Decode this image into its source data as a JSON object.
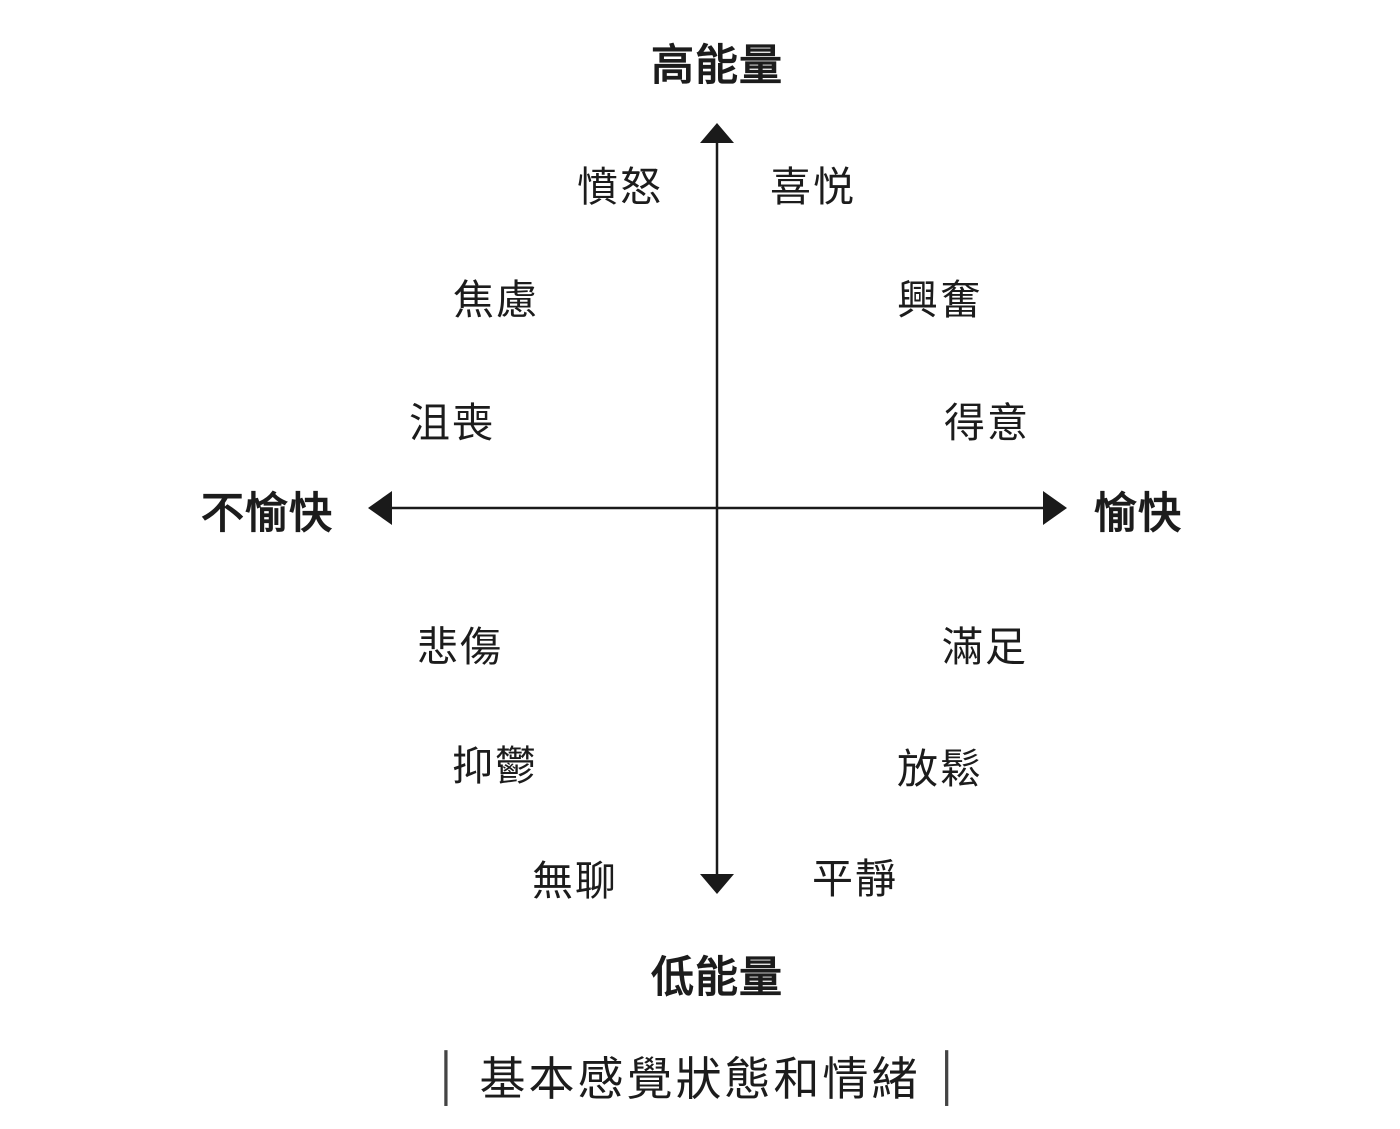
{
  "diagram": {
    "type": "quadrant-axes",
    "line_color": "#1a1a1a",
    "text_color": "#1c1c1c",
    "background_color": "#ffffff"
  },
  "axes": {
    "top_label": "高能量",
    "bottom_label": "低能量",
    "left_label": "不愉快",
    "right_label": "愉快"
  },
  "quadrants": {
    "top_left": [
      "憤怒",
      "焦慮",
      "沮喪"
    ],
    "top_right": [
      "喜悦",
      "興奮",
      "得意"
    ],
    "bottom_left": [
      "悲傷",
      "抑鬱",
      "無聊"
    ],
    "bottom_right": [
      "滿足",
      "放鬆",
      "平靜"
    ]
  },
  "caption": {
    "left_bar": "│",
    "text": "基本感覺狀態和情緒",
    "right_bar": "│"
  }
}
